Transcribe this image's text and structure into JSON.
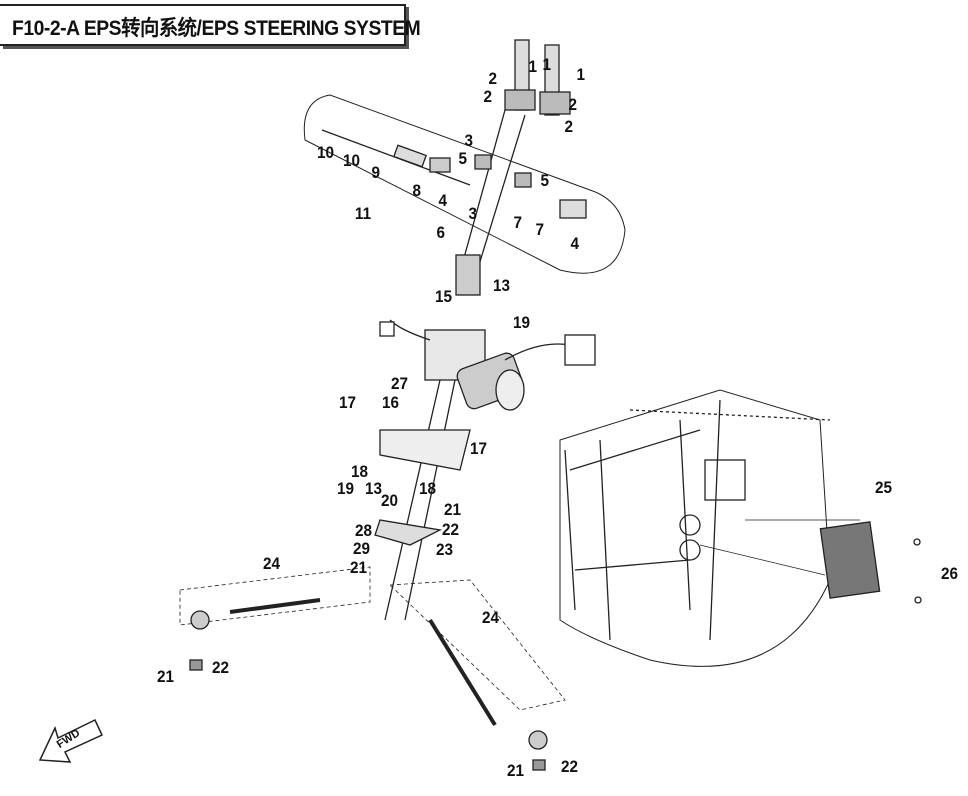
{
  "title": "F10-2-A EPS转向系统/EPS STEERING SYSTEM",
  "fwd_label": "FWD",
  "callouts": [
    "1",
    "1",
    "1",
    "2",
    "2",
    "2",
    "2",
    "10",
    "10",
    "9",
    "8",
    "4",
    "3",
    "3",
    "5",
    "5",
    "7",
    "7",
    "4",
    "6",
    "11",
    "13",
    "19",
    "15",
    "27",
    "16",
    "17",
    "17",
    "18",
    "18",
    "19",
    "13",
    "20",
    "21",
    "22",
    "23",
    "28",
    "29",
    "21",
    "24",
    "24",
    "21",
    "22",
    "21",
    "22",
    "25",
    "26"
  ]
}
